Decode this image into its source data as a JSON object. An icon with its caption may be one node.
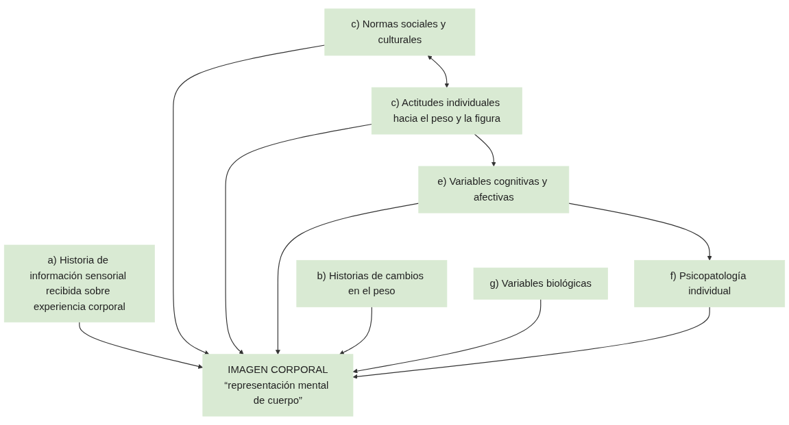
{
  "diagram": {
    "nodes": [
      {
        "text": [
          "a) Historia de información sensorial recibida sobre experiencia corporal"
        ]
      },
      {
        "text": [
          "c) Normas sociales y culturales"
        ]
      },
      {
        "text": [
          "c) Actitudes individuales hacia el peso y la figura"
        ]
      },
      {
        "text": [
          "IMAGEN CORPORAL",
          "“representación mental de cuerpo”"
        ]
      },
      {
        "text": [
          "e) Variables cognitivas y afectivas"
        ]
      },
      {
        "text": [
          "b) Historias de cambios en el peso"
        ]
      },
      {
        "text": [
          "g) Variables biológicas"
        ]
      },
      {
        "text": [
          "f) Psicopatología individual"
        ]
      }
    ],
    "edges": [
      {
        "from": 0,
        "to": 3,
        "arrow": "to"
      },
      {
        "from": 1,
        "to": 3,
        "arrow": "to"
      },
      {
        "from": 1,
        "to": 2,
        "arrow": "both"
      },
      {
        "from": 2,
        "to": 3,
        "arrow": "to"
      },
      {
        "from": 2,
        "to": 4,
        "arrow": "to"
      },
      {
        "from": 4,
        "to": 3,
        "arrow": "to"
      },
      {
        "from": 4,
        "to": 7,
        "arrow": "to"
      },
      {
        "from": 5,
        "to": 3,
        "arrow": "to"
      },
      {
        "from": 6,
        "to": 3,
        "arrow": "to"
      },
      {
        "from": 7,
        "to": 3,
        "arrow": "to"
      }
    ]
  }
}
